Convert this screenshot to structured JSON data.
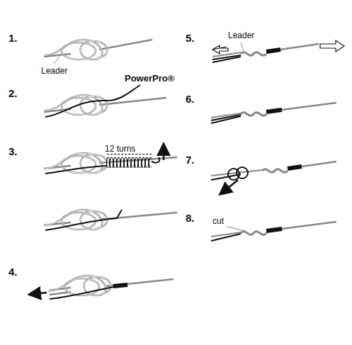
{
  "diagram": {
    "labels": [
      "1.",
      "Leader",
      "2.",
      "PowerPro®",
      "3.",
      "12 turns",
      "4.",
      "5.",
      "Leader",
      "6.",
      "7.",
      "8.",
      "cut"
    ]
  }
}
